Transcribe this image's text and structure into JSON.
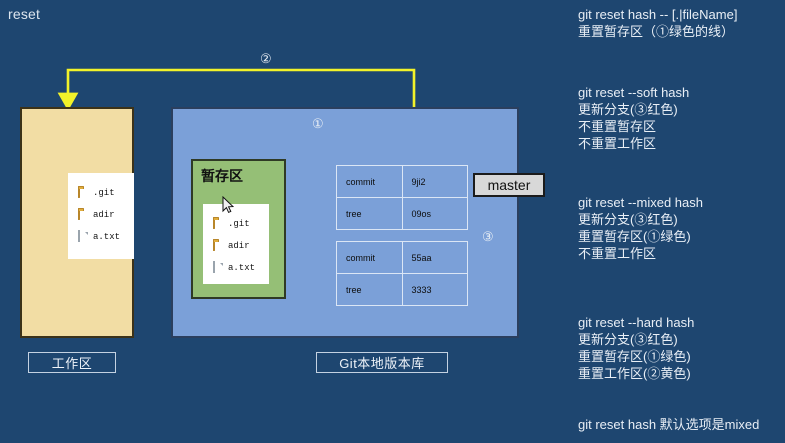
{
  "page": {
    "title": "reset",
    "background_color": "#1e4670"
  },
  "diagram": {
    "work_area": {
      "caption": "工作区",
      "fill_color": "#f2dda4",
      "files": [
        {
          "icon": "folder-icon",
          "name": ".git"
        },
        {
          "icon": "folder-icon",
          "name": "adir"
        },
        {
          "icon": "file-icon",
          "name": "a.txt"
        }
      ]
    },
    "repository": {
      "caption": "Git本地版本库",
      "fill_color": "#7ba0d8"
    },
    "staging_area": {
      "title": "暂存区",
      "fill_color": "#95bf76",
      "files": [
        {
          "icon": "folder-icon",
          "name": ".git"
        },
        {
          "icon": "folder-icon",
          "name": "adir"
        },
        {
          "icon": "file-icon",
          "name": "a.txt"
        }
      ]
    },
    "commit_tables": [
      {
        "rows": [
          {
            "label": "commit",
            "value": "9ji2"
          },
          {
            "label": "tree",
            "value": "09os"
          }
        ]
      },
      {
        "rows": [
          {
            "label": "commit",
            "value": "55aa"
          },
          {
            "label": "tree",
            "value": "3333"
          }
        ]
      }
    ],
    "branch_label": "master",
    "markers": {
      "one": "①",
      "two": "②",
      "three": "③"
    },
    "arrow_colors": {
      "green": "#5ce05c",
      "yellow": "#f2f22a",
      "red": "#cc2222"
    }
  },
  "notes": {
    "reset_file": {
      "line1": "git reset hash -- [.|fileName]",
      "line2": "重置暂存区（①绿色的线）"
    },
    "reset_soft": {
      "line1": "git reset --soft hash",
      "line2": "更新分支(③红色)",
      "line3": "不重置暂存区",
      "line4": "不重置工作区"
    },
    "reset_mixed": {
      "line1": "git reset --mixed hash",
      "line2": "更新分支(③红色)",
      "line3": "重置暂存区(①绿色)",
      "line4": "不重置工作区"
    },
    "reset_hard": {
      "line1": "git reset --hard hash",
      "line2": "更新分支(③红色)",
      "line3": "重置暂存区(①绿色)",
      "line4": "重置工作区(②黄色)"
    },
    "footer": "git reset hash 默认选项是mixed"
  }
}
